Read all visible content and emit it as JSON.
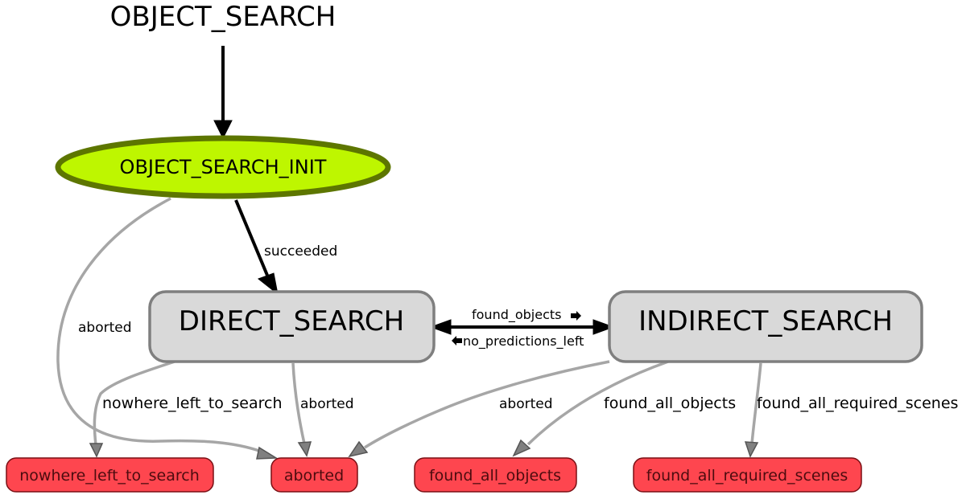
{
  "title": "OBJECT_SEARCH",
  "nodes": {
    "init": "OBJECT_SEARCH_INIT",
    "direct": "DIRECT_SEARCH",
    "indirect": "INDIRECT_SEARCH",
    "out_nowhere": "nowhere_left_to_search",
    "out_aborted": "aborted",
    "out_found_all": "found_all_objects",
    "out_found_scenes": "found_all_required_scenes"
  },
  "edges": {
    "init_succeeded": "succeeded",
    "init_aborted": "aborted",
    "direct_found_objects": "found_objects",
    "indirect_no_predictions": "no_predictions_left",
    "direct_nowhere": "nowhere_left_to_search",
    "direct_aborted": "aborted",
    "indirect_aborted": "aborted",
    "indirect_found_all": "found_all_objects",
    "indirect_found_scenes": "found_all_required_scenes"
  },
  "colors": {
    "init_fill": "#bef600",
    "init_stroke": "#5d7600",
    "state_fill": "#d9d9d9",
    "state_stroke": "#7f7f7f",
    "outcome_fill": "#fe464f",
    "outcome_stroke": "#7a0f14",
    "outcome_text": "#4d0c0f",
    "active_edge": "#000000",
    "inactive_edge": "#a6a6a6"
  }
}
